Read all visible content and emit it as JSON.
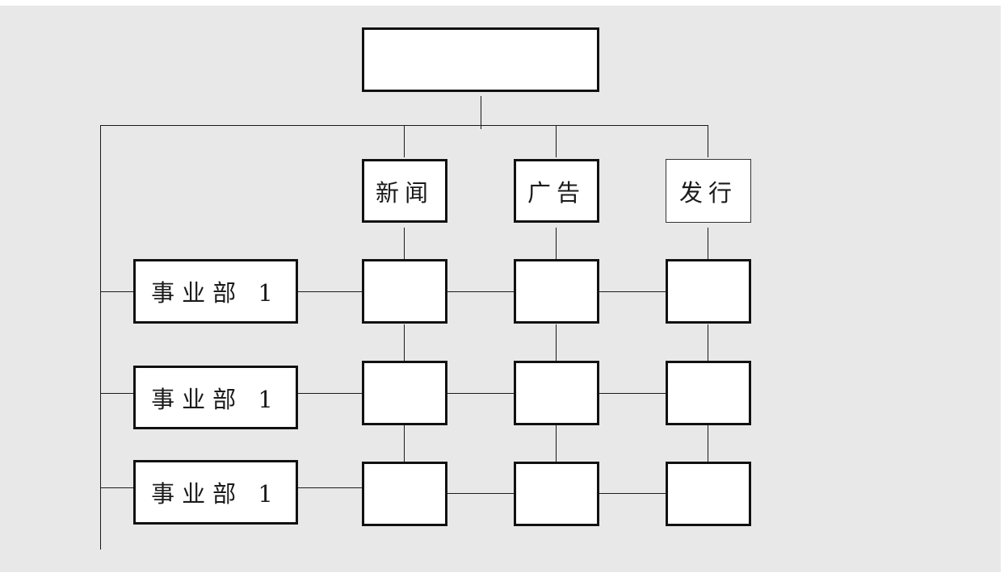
{
  "diagram": {
    "top_box": {
      "label": ""
    },
    "functions": [
      {
        "label": "新闻"
      },
      {
        "label": "广告"
      },
      {
        "label": "发行"
      }
    ],
    "business_units": [
      {
        "label": "事业部 1"
      },
      {
        "label": "事业部 1"
      },
      {
        "label": "事业部 1"
      }
    ],
    "grid_cells": [
      [
        "",
        "",
        ""
      ],
      [
        "",
        "",
        ""
      ],
      [
        "",
        "",
        ""
      ]
    ],
    "colors": {
      "background": "#e8e8e8",
      "box_fill": "#ffffff",
      "line": "#1a1a1a"
    }
  }
}
